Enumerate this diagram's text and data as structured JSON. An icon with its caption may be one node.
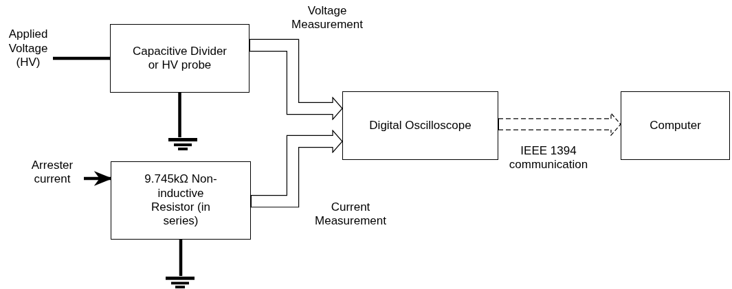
{
  "diagram": {
    "nodes": [
      {
        "text": [
          "Applied Voltage (HV)"
        ]
      },
      {
        "text": [
          "Capacitive Divider or HV probe"
        ]
      },
      {
        "text": [],
        "shape": "ground"
      },
      {
        "text": [
          "Arrester current"
        ]
      },
      {
        "text": [
          "9.745kΩ Non-inductive Resistor (in series)"
        ]
      },
      {
        "text": [],
        "shape": "ground"
      },
      {
        "text": [
          "Digital Oscilloscope"
        ]
      },
      {
        "text": [
          "Computer"
        ]
      }
    ],
    "edges": [
      {
        "from": 0,
        "to": 1,
        "arrow": "none"
      },
      {
        "from": 1,
        "to": 2,
        "arrow": "none"
      },
      {
        "from": 3,
        "to": 4,
        "arrow": "to"
      },
      {
        "from": 4,
        "to": 5,
        "arrow": "none"
      },
      {
        "from": 1,
        "to": 6,
        "arrow": "to",
        "label": "Voltage Measurement",
        "style": "thick"
      },
      {
        "from": 4,
        "to": 6,
        "arrow": "to",
        "label": "Current Measurement",
        "style": "thick"
      },
      {
        "from": 6,
        "to": 7,
        "arrow": "to",
        "label": "IEEE 1394 communication",
        "style": "dashed"
      }
    ]
  }
}
